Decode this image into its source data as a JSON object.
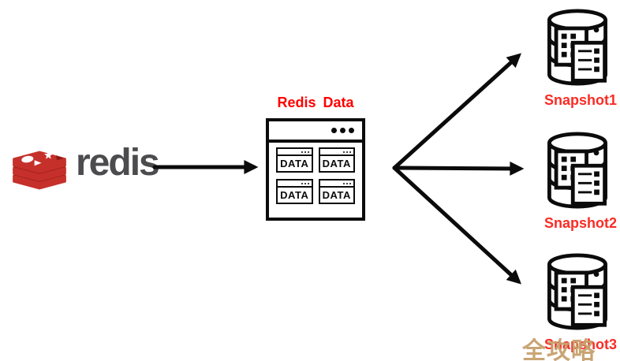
{
  "brand": {
    "wordmark": "redis"
  },
  "center": {
    "title": "Redis Data",
    "cells": [
      {
        "label": "DATA"
      },
      {
        "label": "DATA"
      },
      {
        "label": "DATA"
      },
      {
        "label": "DATA"
      }
    ]
  },
  "snapshots": [
    {
      "label": "Snapshot1"
    },
    {
      "label": "Snapshot2"
    },
    {
      "label": "Snapshot3"
    }
  ],
  "watermark": {
    "text": "全攻略"
  },
  "icons": {
    "redis_cube": "redis-cube-icon",
    "database": "database-icon",
    "titlebar_dots": "titlebar-dots-icon"
  },
  "colors": {
    "title_red": "#ff0000",
    "snapshot_label_red": "#fb2b23",
    "redis_red": "#c6302b",
    "redis_dark_red": "#8c1b12",
    "wordmark_gray": "#4c4c4e",
    "line_black": "#0b0b0b",
    "watermark_tan": "#c59e6b",
    "background": "#ffffff"
  }
}
